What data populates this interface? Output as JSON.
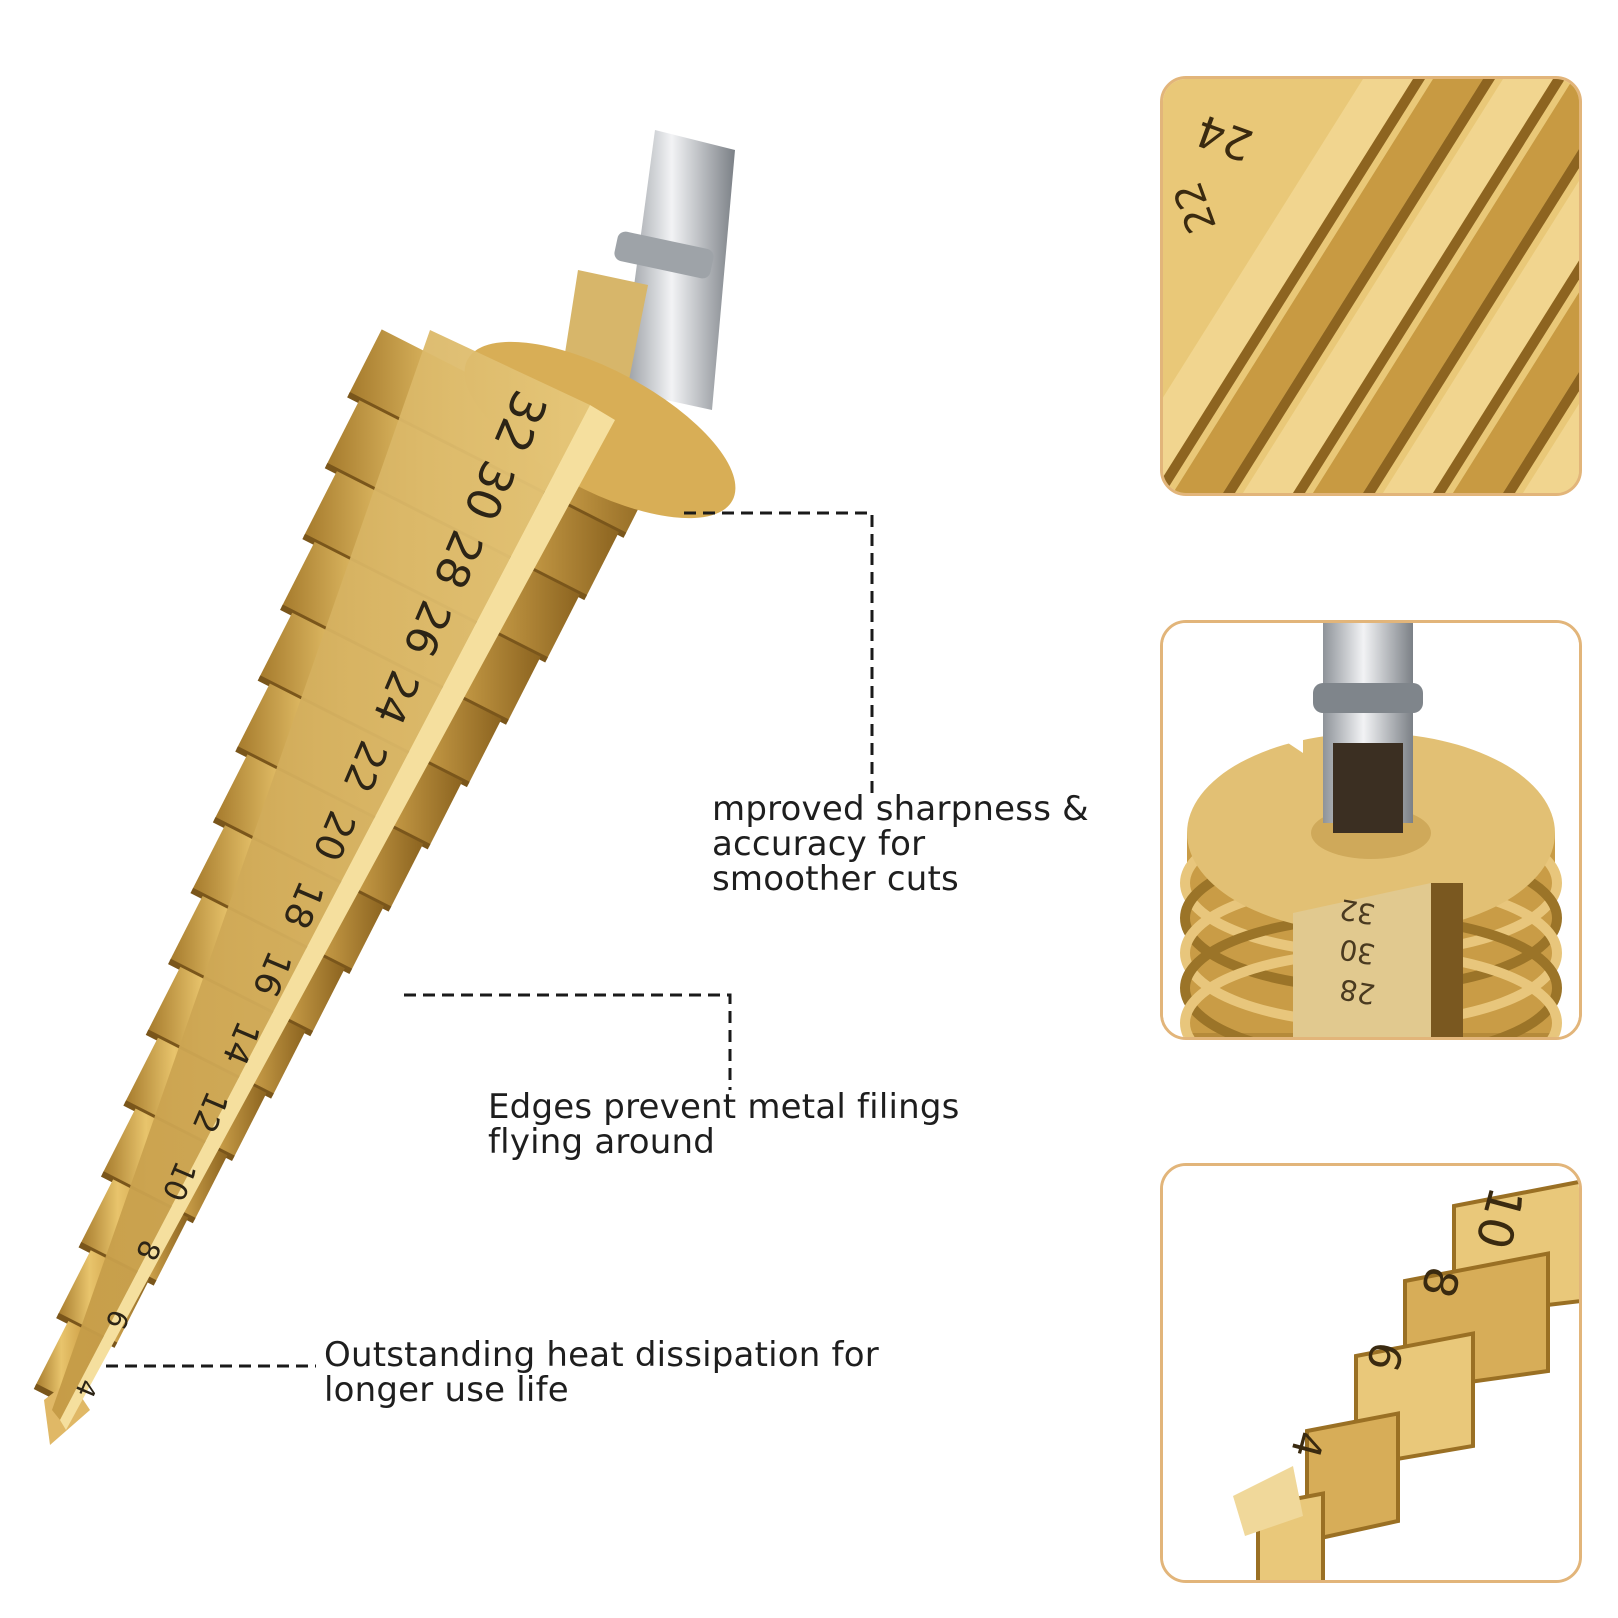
{
  "callouts": {
    "sharpness": {
      "lines": [
        "mproved sharpness &",
        "accuracy for",
        "smoother cuts"
      ]
    },
    "edges": {
      "lines": [
        "Edges prevent metal filings",
        "flying around"
      ]
    },
    "heat": {
      "lines": [
        "Outstanding heat dissipation for",
        "longer use life"
      ]
    }
  },
  "drill": {
    "step_markings": [
      "4",
      "6",
      "8",
      "10",
      "12",
      "14",
      "16",
      "18",
      "20",
      "22",
      "24",
      "26",
      "28",
      "30",
      "32"
    ]
  },
  "detail_panels": {
    "top": {
      "markings": [
        "24",
        "22"
      ]
    },
    "middle": {
      "markings": [
        "32",
        "30",
        "28"
      ]
    },
    "bottom": {
      "markings": [
        "10",
        "8",
        "6",
        "4"
      ]
    }
  },
  "colors": {
    "gold": "#d9ae55",
    "gold_dark": "#9c7325",
    "steel": "#c9ccd0",
    "panel_border": "#e2b57a",
    "text": "#1e1e1e"
  }
}
